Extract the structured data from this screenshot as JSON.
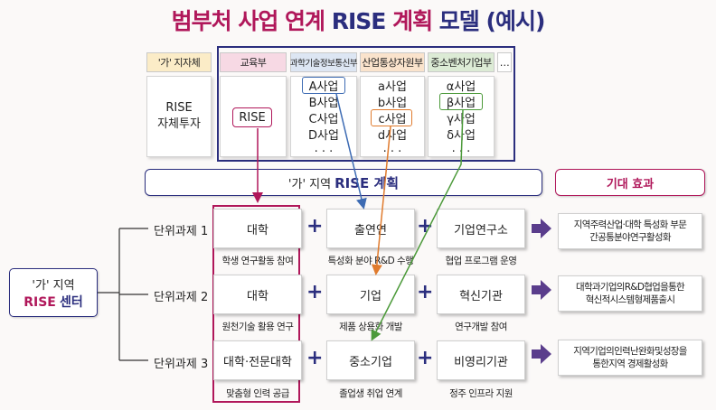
{
  "title": {
    "part1": "범부처 사업 연계 ",
    "part2": "RISE",
    "part3": " 계획 ",
    "part4": "모델",
    "part5": " (예시)"
  },
  "headers": {
    "local": "'가' 지자체",
    "edu": "교육부",
    "msit": "과학기술정보통신부",
    "motie": "산업통상자원부",
    "mss": "중소벤처기업부",
    "more": "…"
  },
  "local_body": [
    "RISE",
    "자체투자"
  ],
  "edu_body": "RISE",
  "msit_items": [
    "A사업",
    "B사업",
    "C사업",
    "D사업",
    "· · ·"
  ],
  "motie_items": [
    "a사업",
    "b사업",
    "c사업",
    "d사업",
    "· · ·"
  ],
  "mss_items": [
    "α사업",
    "β사업",
    "γ사업",
    "δ사업",
    "· · ·"
  ],
  "plan": {
    "prefix": "'가' 지역 ",
    "rise": "RISE 계획"
  },
  "effect_header": "기대 효과",
  "center": {
    "line1": "'가' 지역",
    "rise": "RISE",
    "label": "센터"
  },
  "units": [
    {
      "label": "단위과제 1",
      "boxes": [
        "대학",
        "출연연",
        "기업연구소"
      ],
      "subs": [
        "학생 연구활동 참여",
        "특성화 분야 R&D 수행",
        "협업 프로그램 운영"
      ],
      "effect": [
        "지역주력산업·대학 특성화 부문",
        "간공통분야연구활성화"
      ]
    },
    {
      "label": "단위과제 2",
      "boxes": [
        "대학",
        "기업",
        "혁신기관"
      ],
      "subs": [
        "원천기술 활용 연구",
        "제품 상용화 개발",
        "연구개발 참여"
      ],
      "effect": [
        "대학과기업의R&D협업을통한",
        "혁신적시스템형제품출시"
      ]
    },
    {
      "label": "단위과제 3",
      "boxes": [
        "대학·전문대학",
        "중소기업",
        "비영리기관"
      ],
      "subs": [
        "맞춤형 인력 공급",
        "졸업생 취업 연계",
        "정주 인프라 지원"
      ],
      "effect": [
        "지역기업의인력난완화및성장을",
        "통한지역 경제활성화"
      ]
    }
  ],
  "colors": {
    "pink": "#b0175a",
    "navy": "#2b2e7e",
    "blue": "#3d6bb3",
    "orange": "#e07b2e",
    "green": "#4c9a3a",
    "purple": "#5a3d8c"
  }
}
